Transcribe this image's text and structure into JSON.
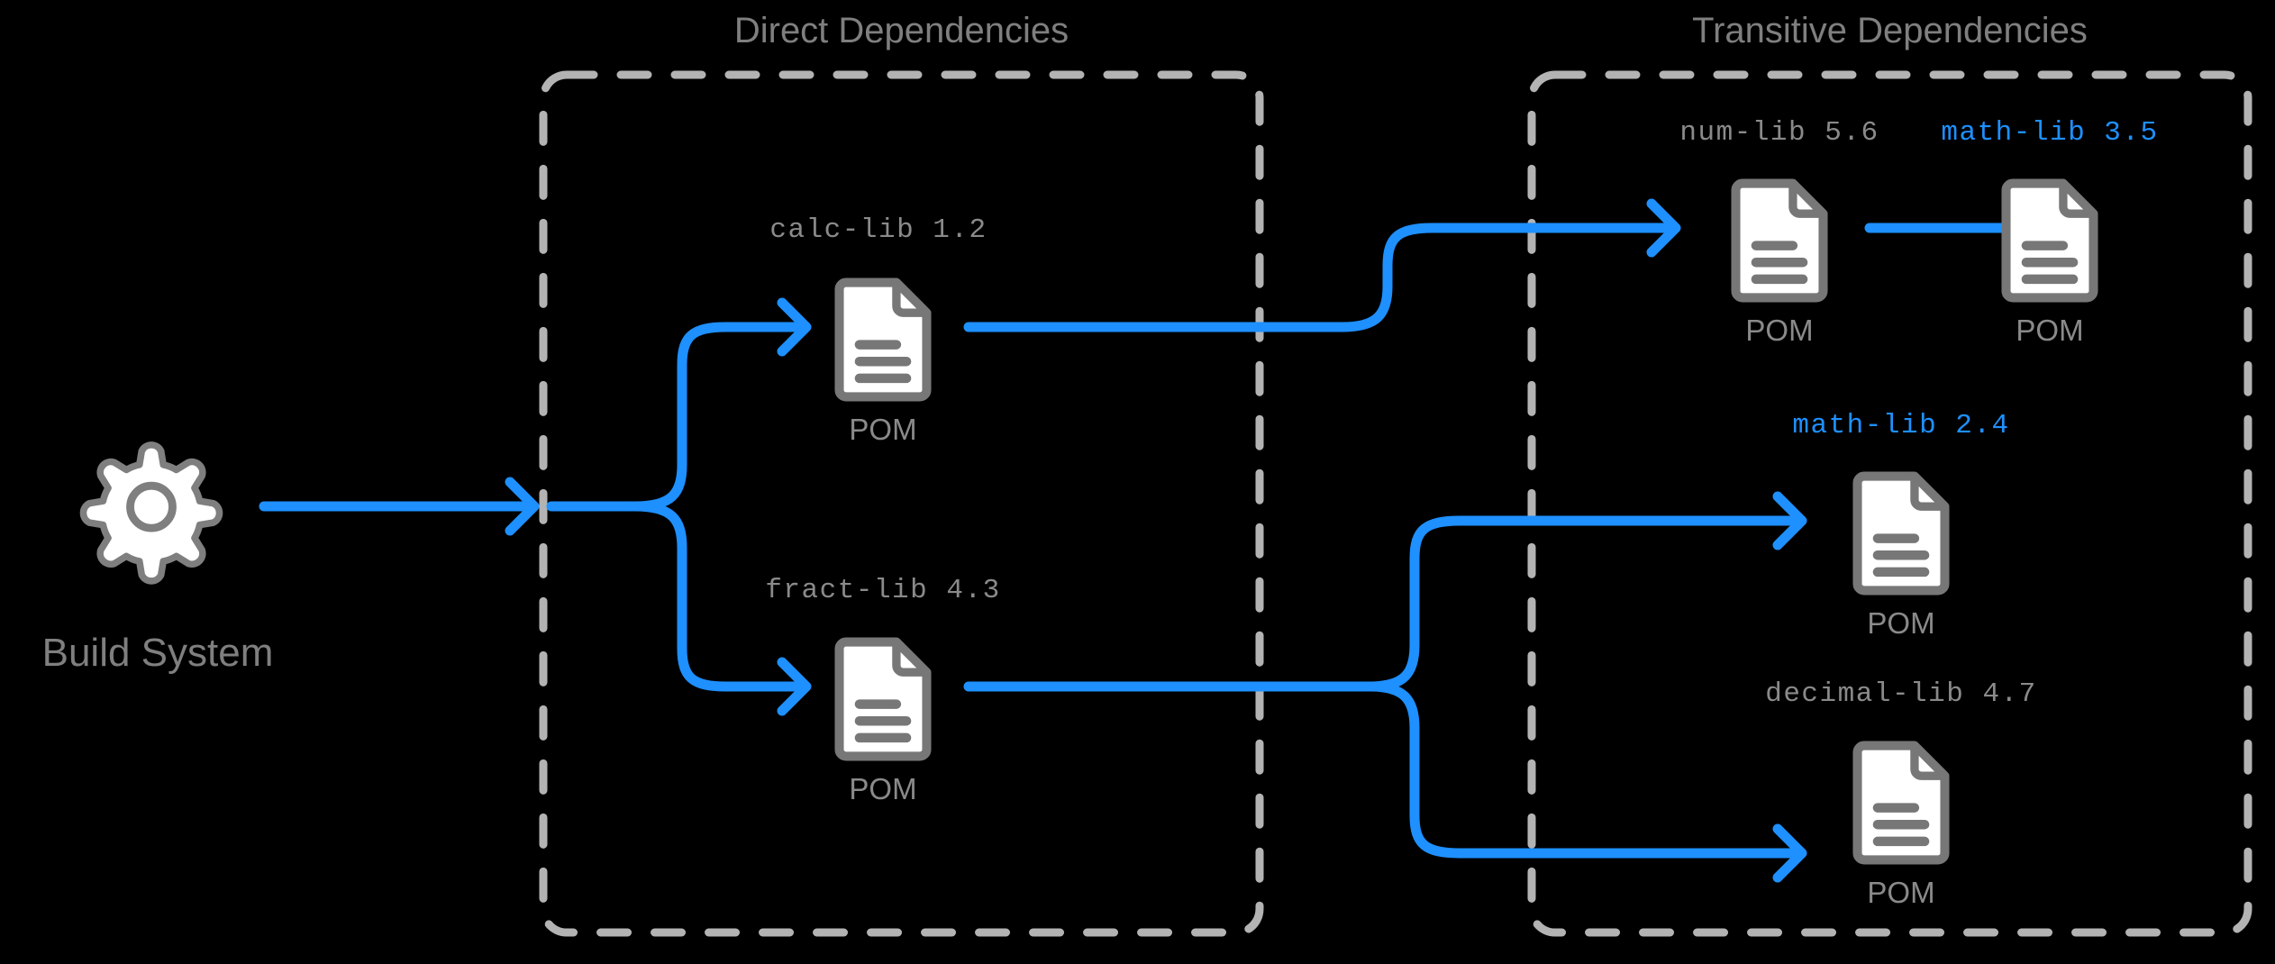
{
  "diagram": {
    "title": "Maven dependency resolution diagram",
    "background_color": "#000000",
    "accent_color": "#1e90ff",
    "outline_color": "#7f7f7f",
    "label_color": "#8a8a8a"
  },
  "root": {
    "icon": "gear-icon",
    "caption": "Build System"
  },
  "groups": [
    {
      "id": "direct",
      "title": "Direct Dependencies"
    },
    {
      "id": "transitive",
      "title": "Transitive Dependencies"
    }
  ],
  "nodes": [
    {
      "id": "calc-lib",
      "label": "calc-lib 1.2",
      "color": "gray",
      "caption": "POM",
      "group": "direct"
    },
    {
      "id": "fract-lib",
      "label": "fract-lib 4.3",
      "color": "gray",
      "caption": "POM",
      "group": "direct"
    },
    {
      "id": "num-lib",
      "label": "num-lib 5.6",
      "color": "gray",
      "caption": "POM",
      "group": "transitive"
    },
    {
      "id": "math-lib-35",
      "label": "math-lib 3.5",
      "color": "blue",
      "caption": "POM",
      "group": "transitive"
    },
    {
      "id": "math-lib-24",
      "label": "math-lib 2.4",
      "color": "blue",
      "caption": "POM",
      "group": "transitive"
    },
    {
      "id": "decimal-lib",
      "label": "decimal-lib 4.7",
      "color": "gray",
      "caption": "POM",
      "group": "transitive"
    }
  ],
  "edges": [
    {
      "from": "build-system",
      "to": "direct-group"
    },
    {
      "from": "direct-group",
      "to": "calc-lib"
    },
    {
      "from": "direct-group",
      "to": "fract-lib"
    },
    {
      "from": "calc-lib",
      "to": "num-lib"
    },
    {
      "from": "num-lib",
      "to": "math-lib-35"
    },
    {
      "from": "fract-lib",
      "to": "math-lib-24"
    },
    {
      "from": "fract-lib",
      "to": "decimal-lib"
    }
  ]
}
